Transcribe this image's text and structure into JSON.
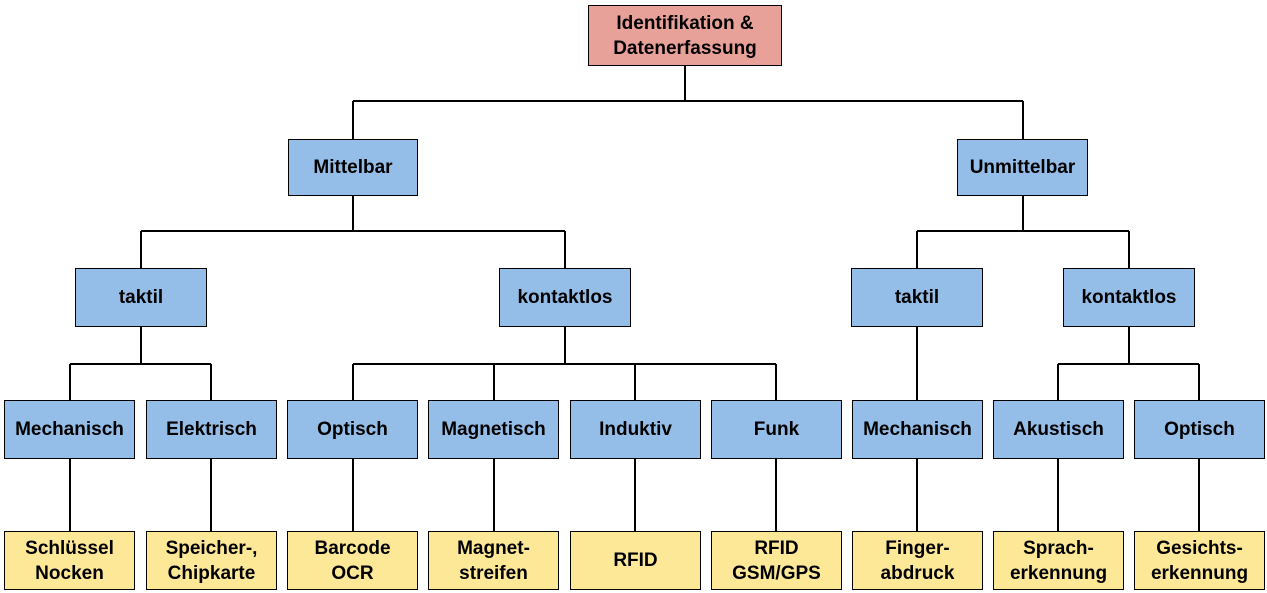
{
  "root": "Identifikation &\nDatenerfassung",
  "level1": {
    "mittelbar": "Mittelbar",
    "unmittelbar": "Unmittelbar"
  },
  "level2": {
    "m_taktil": "taktil",
    "m_kontaktlos": "kontaktlos",
    "u_taktil": "taktil",
    "u_kontaktlos": "kontaktlos"
  },
  "level3": {
    "mechanisch_1": "Mechanisch",
    "elektrisch": "Elektrisch",
    "optisch_1": "Optisch",
    "magnetisch": "Magnetisch",
    "induktiv": "Induktiv",
    "funk": "Funk",
    "mechanisch_2": "Mechanisch",
    "akustisch": "Akustisch",
    "optisch_2": "Optisch"
  },
  "level4": {
    "schluessel": "Schlüssel\nNocken",
    "speicher": "Speicher-,\nChipkarte",
    "barcode": "Barcode\nOCR",
    "magnetstreifen": "Magnet-\nstreifen",
    "rfid": "RFID",
    "rfid_gsm": "RFID\nGSM/GPS",
    "fingerabdruck": "Finger-\nabdruck",
    "spracherkennung": "Sprach-\nerkennung",
    "gesichtserkennung": "Gesichts-\nerkennung"
  }
}
